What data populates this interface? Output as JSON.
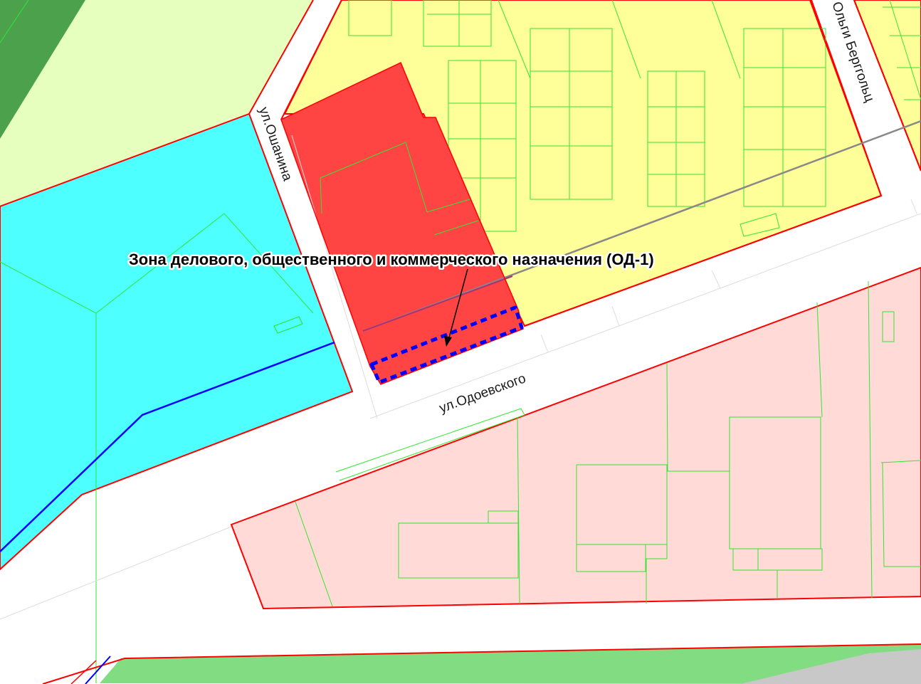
{
  "map": {
    "annotation": "Зона делового, общественного и коммерческого назначения (ОД-1)",
    "streets": {
      "oshanina": "ул.Ошанина",
      "berggolts": "Ольги Берггольц",
      "odoevskogo": "ул.Одоевского"
    }
  },
  "colors": {
    "zone_residential": "#ffff99",
    "zone_business": "#ff4444",
    "zone_recreation": "#4dffff",
    "zone_production": "#ffdad7",
    "zone_green_light": "#e6ffbf",
    "zone_green_dark": "#4ca24c",
    "zone_green_strip": "#82dc82",
    "zone_boundary": "#ff0000",
    "parcel_boundary": "#33e633",
    "water_line": "#0000ff",
    "selected_parcel": "#0000ff",
    "engineering_line": "#888888",
    "background": "#ffffff"
  }
}
